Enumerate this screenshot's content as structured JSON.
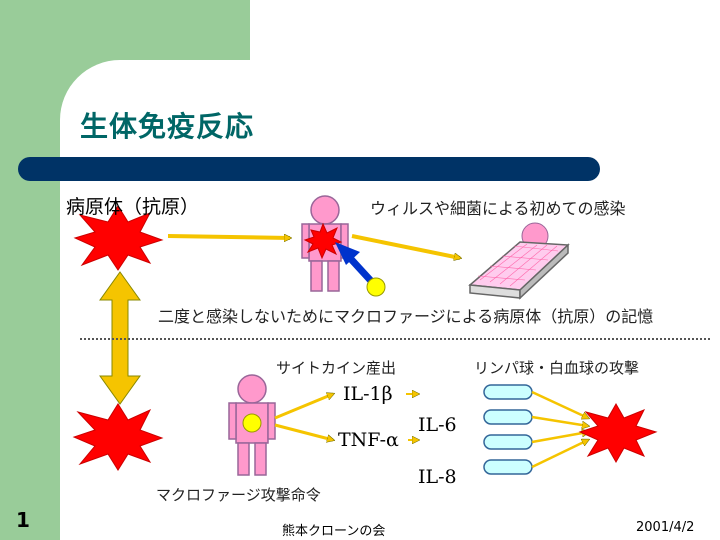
{
  "title": "生体免疫反応",
  "labels": {
    "pathogen": "病原体（抗原）",
    "first_infection": "ウィルスや細菌による初めての感染",
    "memory": "二度と感染しないためにマクロファージによる病原体（抗原）の記憶",
    "cytokine": "サイトカイン産出",
    "lymphocyte_attack": "リンパ球・白血球の攻撃",
    "il1b": "IL-1β",
    "tnf": "TNF-α",
    "il6": "IL-6",
    "il8": "IL-8",
    "macrophage_command": "マクロファージ攻撃命令"
  },
  "footer": {
    "slide_number": "1",
    "organization": "熊本クローンの会",
    "date": "2001/4/2"
  },
  "colors": {
    "sidebar_green": "#99cc99",
    "title_teal": "#006666",
    "title_bar_navy": "#003366",
    "pathogen_red": "#ff0000",
    "arrow_yellow": "#f5c400",
    "person_pink": "#ff99cc",
    "macrophage_yellow": "#ffff00",
    "cell_cyan": "#ccffff"
  }
}
